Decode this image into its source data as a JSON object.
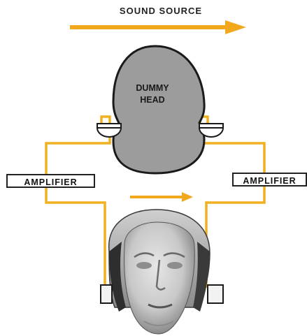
{
  "diagram": {
    "title": "SOUND SOURCE",
    "dummy_head_label": "DUMMY\nHEAD",
    "amplifier_left_label": "AMPLIFIER",
    "amplifier_right_label": "AMPLIFIER"
  },
  "colors": {
    "wire": "#f0b020",
    "arrow": "#f2a81c",
    "dummy_head_fill": "#9c9c9c",
    "outline": "#1a1a1a"
  }
}
